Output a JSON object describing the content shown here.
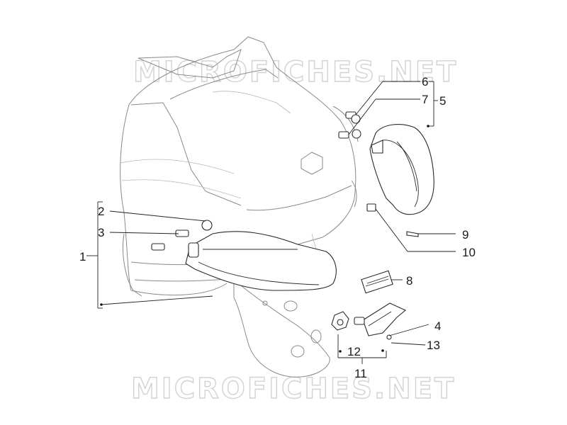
{
  "watermark": {
    "text": "MICROFICHES.NET"
  },
  "callouts": [
    "1",
    "2",
    "3",
    "4",
    "5",
    "6",
    "7",
    "8",
    "9",
    "10",
    "11",
    "12",
    "13"
  ]
}
